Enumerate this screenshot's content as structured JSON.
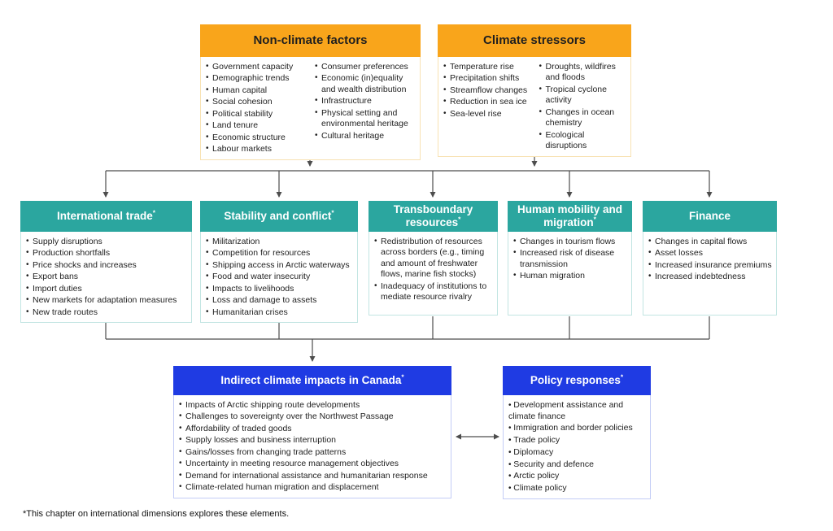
{
  "palette": {
    "orange": "#F9A51B",
    "teal": "#2BA69F",
    "blue": "#1F3BE3",
    "line": "#4D4D4D",
    "orange_border": "#F8E2B3",
    "teal_border": "#C2E5E2",
    "blue_border": "#C3CCF6",
    "text": "#1F1F1F"
  },
  "top_boxes": [
    {
      "title": "Non-climate factors",
      "star": "",
      "columns": [
        [
          "Government capacity",
          "Demographic trends",
          "Human capital",
          "Social cohesion",
          "Political stability",
          "Land tenure",
          "Economic structure",
          "Labour markets"
        ],
        [
          "Consumer preferences",
          "Economic (in)equality and wealth distribution",
          "Infrastructure",
          "Physical setting and environmental heritage",
          "Cultural heritage"
        ]
      ]
    },
    {
      "title": "Climate stressors",
      "star": "",
      "columns": [
        [
          "Temperature rise",
          "Precipitation shifts",
          "Streamflow changes",
          "Reduction in sea ice",
          "Sea-level rise"
        ],
        [
          "Droughts, wildfires and floods",
          "Tropical cyclone activity",
          "Changes in ocean chemistry",
          "Ecological disruptions"
        ]
      ]
    }
  ],
  "middle_boxes": [
    {
      "title": "International trade",
      "star": "*",
      "items": [
        "Supply disruptions",
        "Production shortfalls",
        "Price shocks and increases",
        "Export bans",
        "Import duties",
        "New markets for adaptation measures",
        "New trade routes"
      ]
    },
    {
      "title": "Stability and conflict",
      "star": "*",
      "items": [
        "Militarization",
        "Competition for resources",
        "Shipping access in Arctic waterways",
        "Food and water insecurity",
        "Impacts to livelihoods",
        "Loss and damage to assets",
        "Humanitarian crises"
      ]
    },
    {
      "title": "Transboundary resources",
      "star": "*",
      "items": [
        "Redistribution of resources across borders (e.g., timing and amount of freshwater flows, marine fish stocks)",
        "Inadequacy of institutions to mediate resource rivalry"
      ]
    },
    {
      "title": "Human mobility and migration",
      "star": "*",
      "items": [
        "Changes in tourism flows",
        "Increased risk of disease transmission",
        "Human migration"
      ]
    },
    {
      "title": "Finance",
      "star": "",
      "items": [
        "Changes in capital flows",
        "Asset losses",
        "Increased insurance premiums",
        "Increased indebtedness"
      ]
    }
  ],
  "bottom_boxes": [
    {
      "title": "Indirect climate impacts in Canada",
      "star": "*",
      "items": [
        "Impacts of Arctic shipping route developments",
        "Challenges to sovereignty over the Northwest Passage",
        "Affordability of traded goods",
        "Supply losses and business interruption",
        "Gains/losses from changing trade patterns",
        "Uncertainty in meeting resource management objectives",
        "Demand for international assistance and humanitarian response",
        "Climate-related human migration and displacement"
      ]
    },
    {
      "title": "Policy responses",
      "star": "*",
      "items": [
        "Development assistance and climate finance",
        "Immigration and border policies",
        "Trade policy",
        "Diplomacy",
        "Security and defence",
        "Arctic policy",
        "Climate policy"
      ]
    }
  ],
  "footnote": "*This chapter on international dimensions explores these elements."
}
